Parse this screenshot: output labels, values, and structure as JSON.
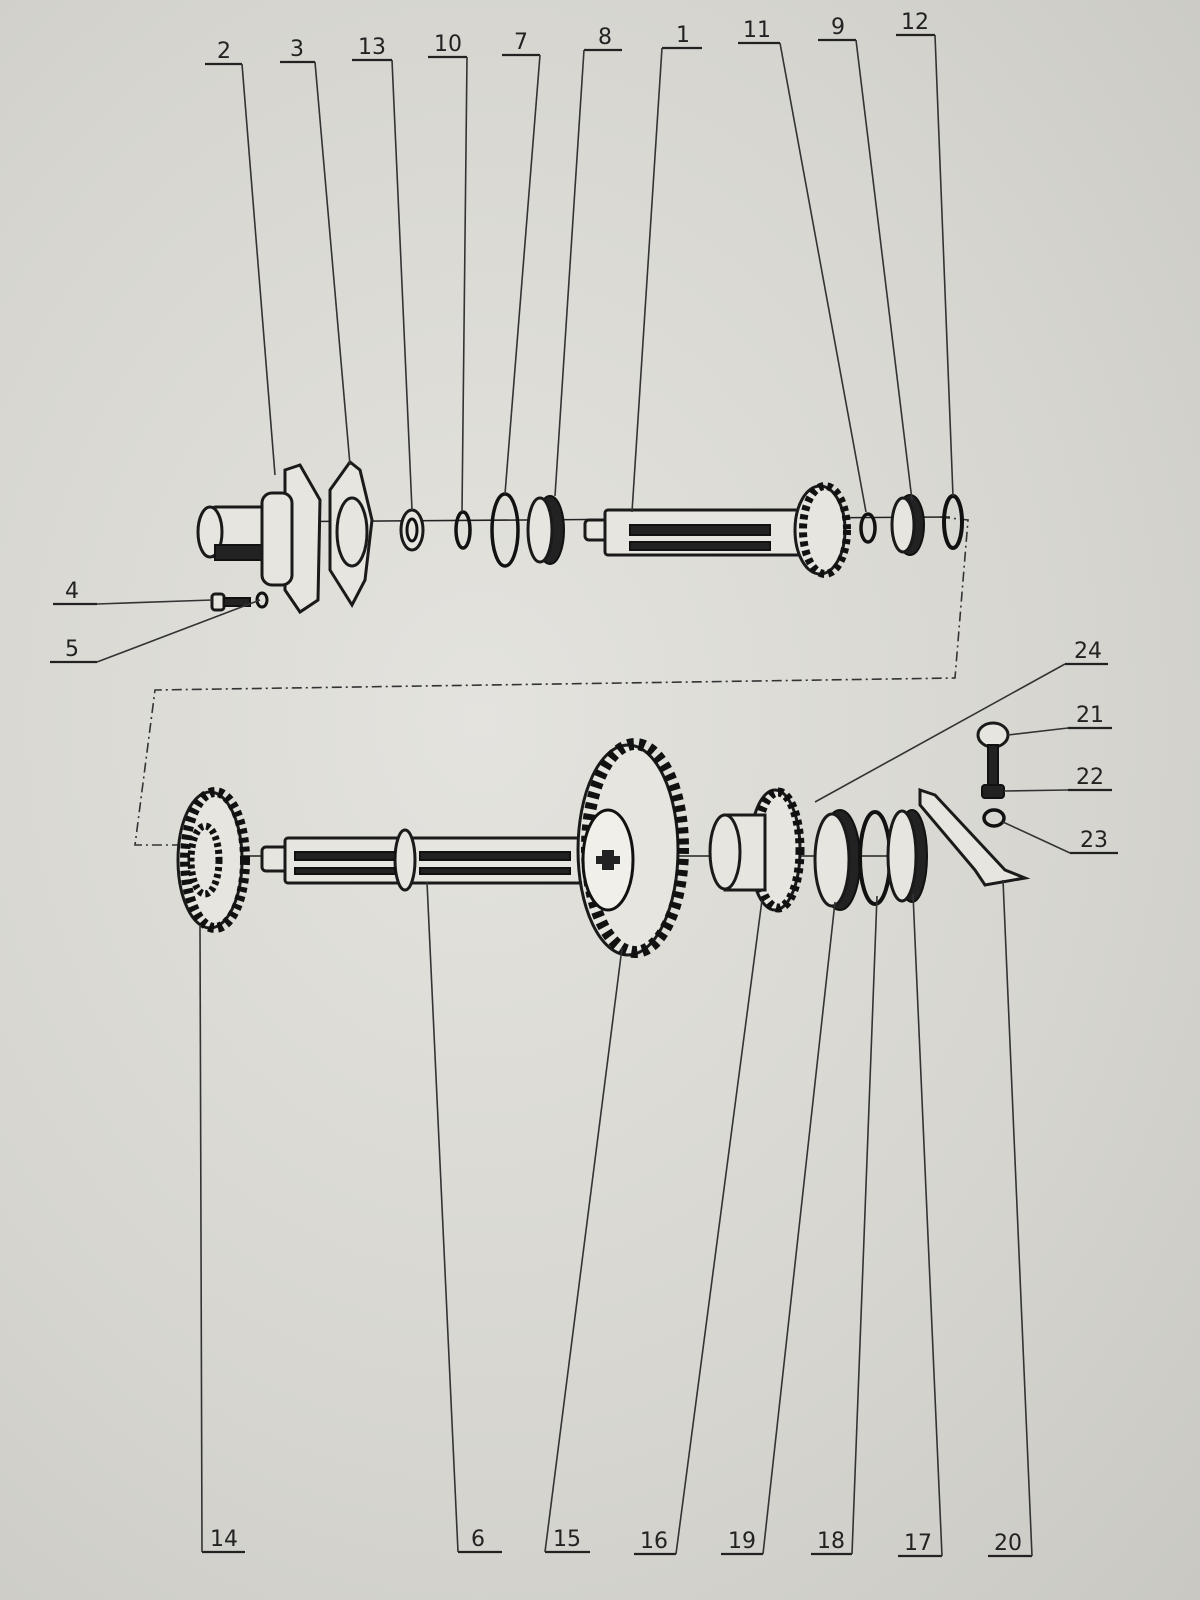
{
  "diagram": {
    "top_assembly_labels": [
      "2",
      "3",
      "13",
      "10",
      "7",
      "8",
      "1",
      "11",
      "9",
      "12"
    ],
    "fastener_labels": [
      "4",
      "5"
    ],
    "right_labels": [
      "24",
      "21",
      "22",
      "23"
    ],
    "bottom_labels": [
      "14",
      "6",
      "15",
      "16",
      "19",
      "18",
      "17",
      "20"
    ]
  }
}
